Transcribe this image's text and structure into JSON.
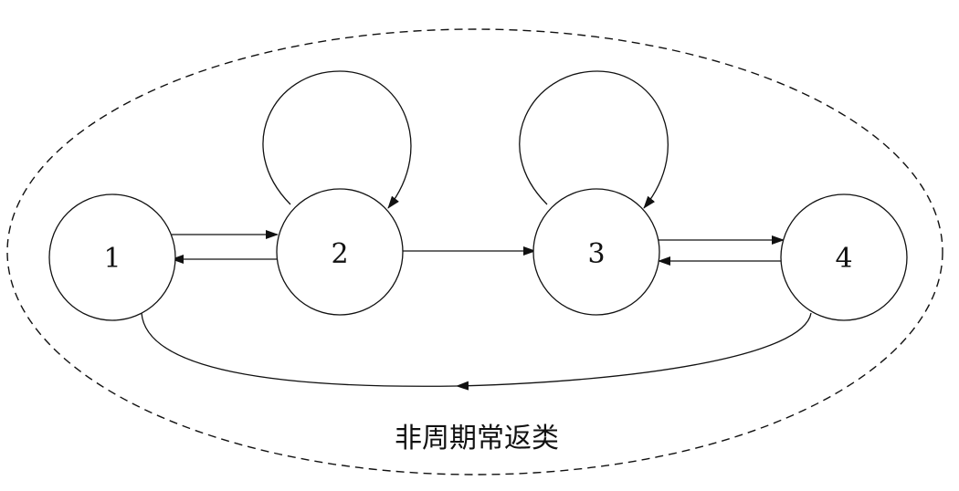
{
  "diagram": {
    "nodes": [
      {
        "id": "1",
        "label": "1"
      },
      {
        "id": "2",
        "label": "2"
      },
      {
        "id": "3",
        "label": "3"
      },
      {
        "id": "4",
        "label": "4"
      }
    ],
    "edges": [
      {
        "from": "1",
        "to": "2"
      },
      {
        "from": "2",
        "to": "1"
      },
      {
        "from": "2",
        "to": "2"
      },
      {
        "from": "2",
        "to": "3"
      },
      {
        "from": "3",
        "to": "3"
      },
      {
        "from": "3",
        "to": "4"
      },
      {
        "from": "4",
        "to": "3"
      },
      {
        "from": "4",
        "to": "1"
      }
    ],
    "class_label": "非周期常返类"
  }
}
